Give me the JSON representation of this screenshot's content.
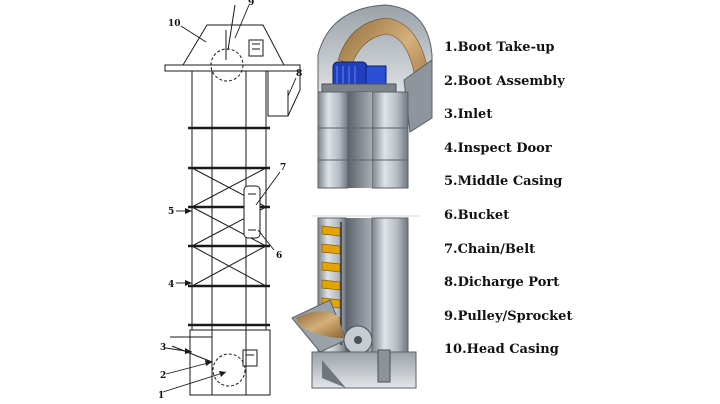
{
  "diagram": {
    "callouts": [
      {
        "number": "1"
      },
      {
        "number": "2"
      },
      {
        "number": "3"
      },
      {
        "number": "4"
      },
      {
        "number": "5"
      },
      {
        "number": "6"
      },
      {
        "number": "7"
      },
      {
        "number": "8"
      },
      {
        "number": "9"
      },
      {
        "number": "10"
      }
    ]
  },
  "legend": {
    "items": [
      {
        "label": "1.Boot Take-up"
      },
      {
        "label": "2.Boot Assembly"
      },
      {
        "label": "3.Inlet"
      },
      {
        "label": "4.Inspect Door"
      },
      {
        "label": "5.Middle Casing"
      },
      {
        "label": "6.Bucket"
      },
      {
        "label": "7.Chain/Belt"
      },
      {
        "label": "8.Dicharge Port"
      },
      {
        "label": "9.Pulley/Sprocket"
      },
      {
        "label": "10.Head Casing"
      }
    ]
  },
  "colors": {
    "line": "#1a1a1a",
    "steel_light": "#d9dde2",
    "steel_mid": "#aeb4bb",
    "steel_dark": "#6f767e",
    "motor_blue": "#1f3fbf",
    "material": "#c9a36a",
    "bucket": "#e2a400"
  }
}
